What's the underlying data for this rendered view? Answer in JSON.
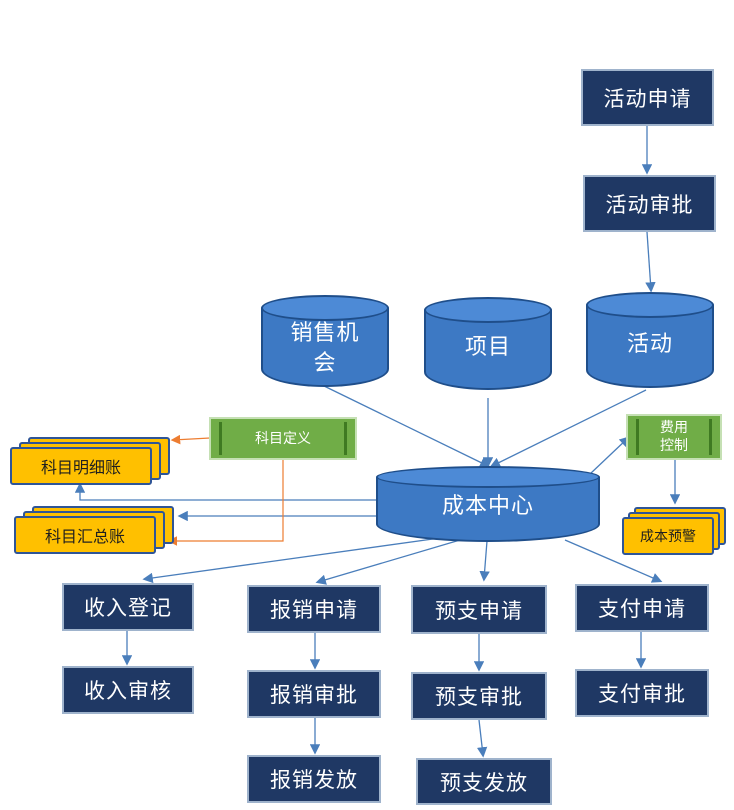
{
  "activity": {
    "apply": "活动申请",
    "approve": "活动审批"
  },
  "databases": {
    "sales_opportunity_line1": "销售机",
    "sales_opportunity_line2": "会",
    "project": "项目",
    "activity": "活动"
  },
  "cost_center": "成本中心",
  "subject_definition": "科目定义",
  "expense_control_line1": "费用",
  "expense_control_line2": "控制",
  "subject_detail_ledger": "科目明细账",
  "subject_summary_ledger": "科目汇总账",
  "cost_warning": "成本预警",
  "flows": {
    "income_register": "收入登记",
    "income_audit": "收入审核",
    "reimburse_apply": "报销申请",
    "reimburse_approve": "报销审批",
    "reimburse_pay": "报销发放",
    "advance_apply": "预支申请",
    "advance_approve": "预支审批",
    "advance_pay": "预支发放",
    "payment_apply": "支付申请",
    "payment_approve": "支付审批"
  },
  "colors": {
    "box_fill": "#1f3864",
    "cylinder_fill": "#3d79c4",
    "arrow": "#4a7ebb",
    "orange_arrow": "#ed7d31",
    "green_box": "#70ad47",
    "yellow_card": "#ffc000"
  }
}
